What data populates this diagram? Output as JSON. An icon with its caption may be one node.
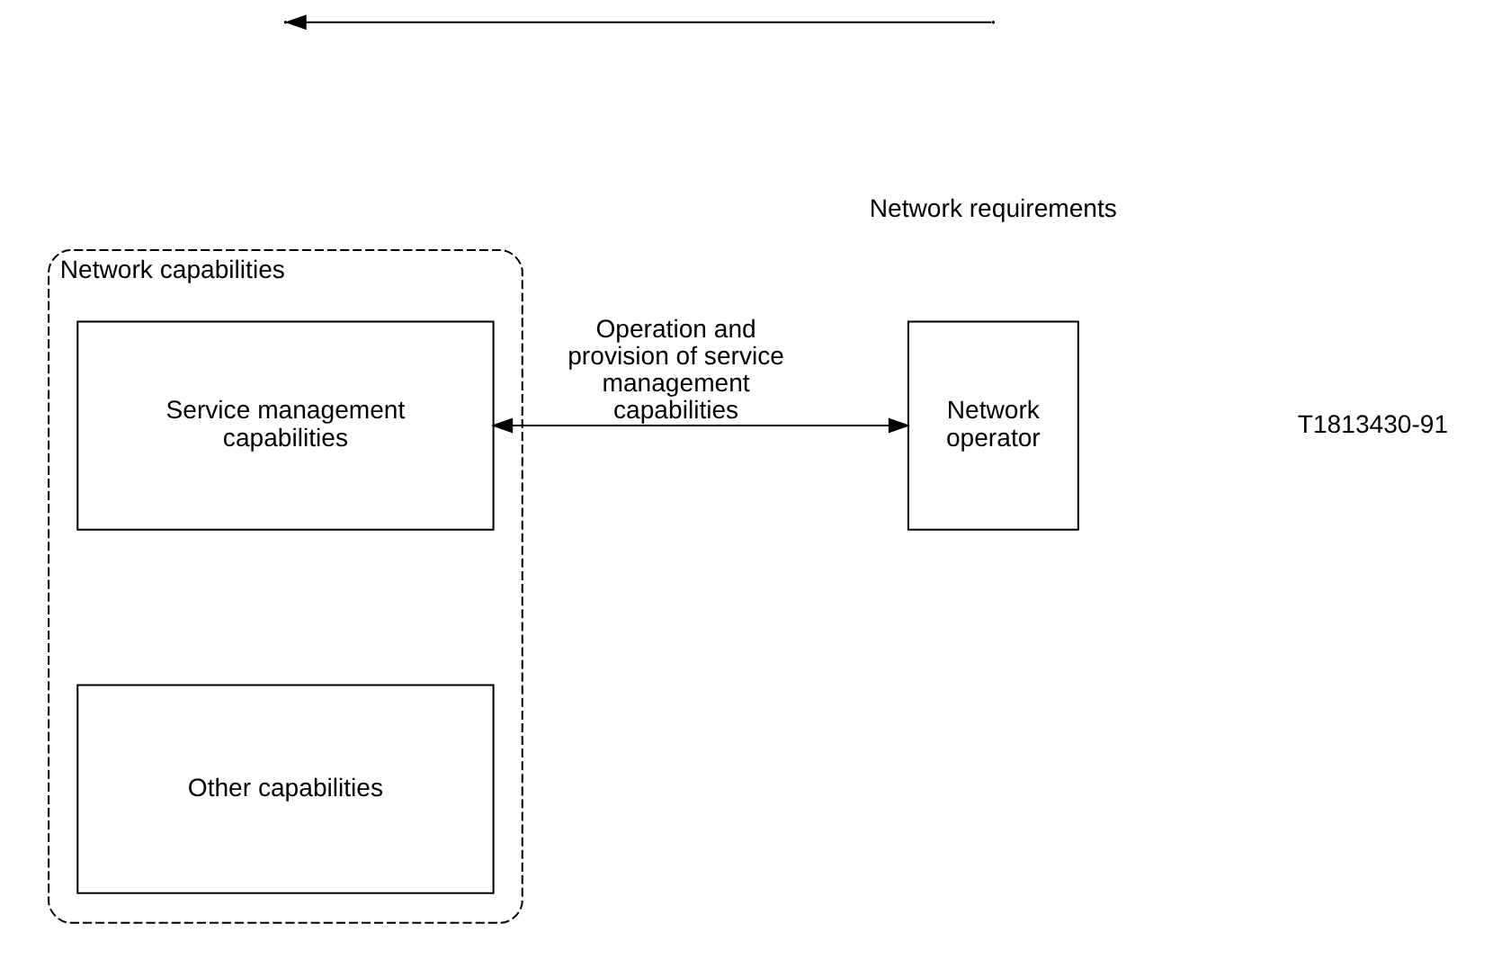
{
  "diagram": {
    "nodes": [
      {
        "text": [
          "Network capabilities"
        ]
      },
      {
        "text": [
          "Other capabilities"
        ],
        "in": 0
      },
      {
        "text": [
          "Service management capabilities"
        ],
        "in": 0
      },
      {
        "text": [
          "Network operator"
        ]
      }
    ],
    "edges": [
      {
        "from": 2,
        "to": 3,
        "arrow": "both",
        "label": "Operation and provision of service management capabilities"
      }
    ],
    "labels": [
      "T1813430-91",
      "Network requirements"
    ]
  }
}
